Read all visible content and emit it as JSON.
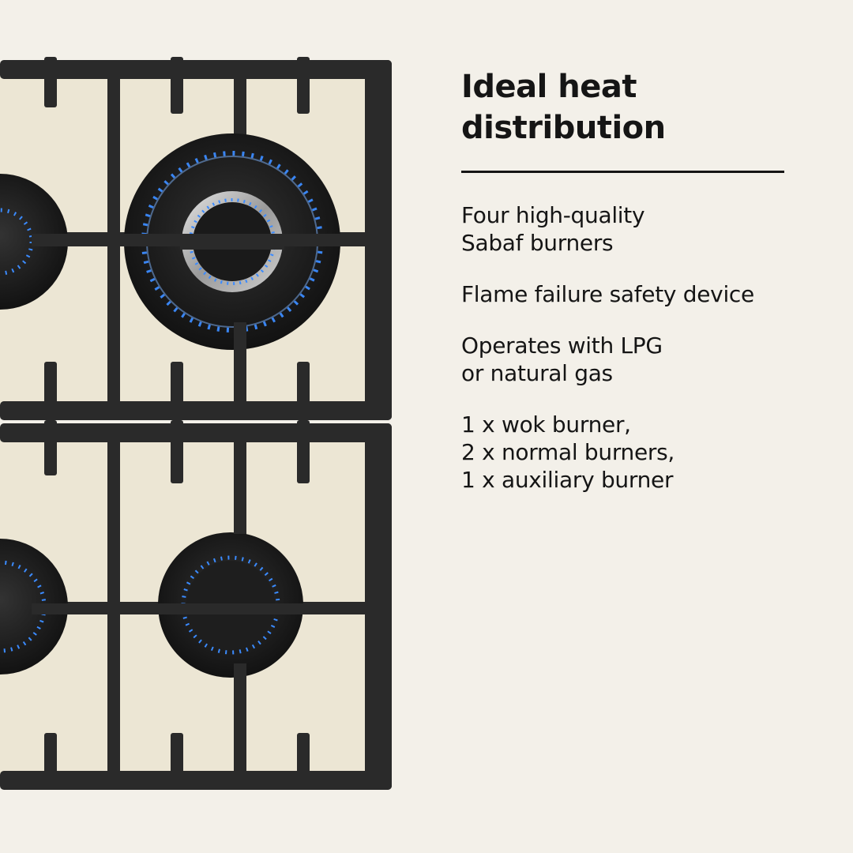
{
  "headline": {
    "line1": "Ideal heat",
    "line2": "distribution"
  },
  "features": [
    {
      "lines": [
        "Four high-quality",
        "Sabaf burners"
      ]
    },
    {
      "lines": [
        "Flame failure safety device"
      ]
    },
    {
      "lines": [
        "Operates with LPG",
        "or natural gas"
      ]
    },
    {
      "lines": [
        "1 x wok burner,",
        "2 x normal burners,",
        "1 x auxiliary burner"
      ]
    }
  ],
  "colors": {
    "background": "#f3f0e9",
    "hob_surface": "#ece6d4",
    "grate": "#2a2a2a",
    "flame": "#3b8bff",
    "text": "#151515"
  }
}
